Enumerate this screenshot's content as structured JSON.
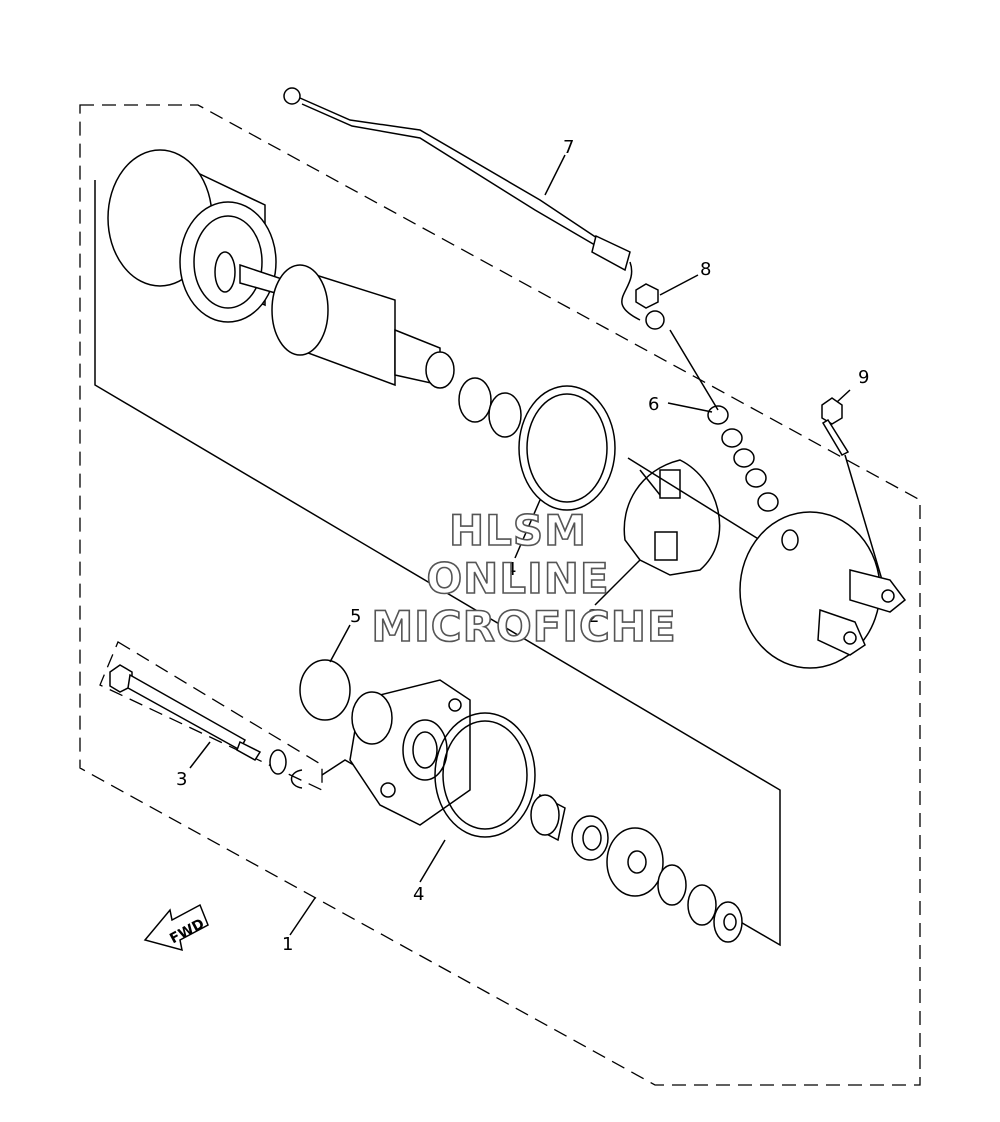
{
  "diagram": {
    "callouts": [
      "1",
      "2",
      "3",
      "4",
      "4",
      "5",
      "6",
      "7",
      "8",
      "9"
    ],
    "fwd_label": "FWD",
    "watermark": [
      "HLSM",
      "ONLINE",
      "MICROFICHE"
    ]
  }
}
